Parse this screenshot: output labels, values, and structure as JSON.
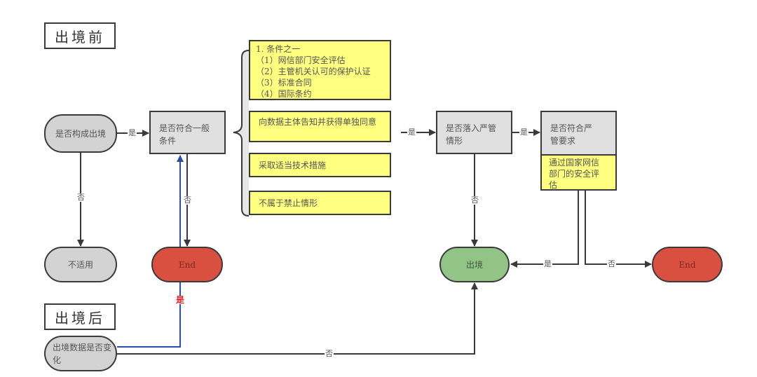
{
  "sections": {
    "before": "出境前",
    "after": "出境后"
  },
  "nodes": {
    "is_cross_border": "是否构成出境",
    "general_conditions": "是否符合一般条件",
    "not_applicable": "不适用",
    "end_left": "End",
    "strict_scenario": "是否落入严管情形",
    "strict_requirements": "是否符合严管要求",
    "strict_requirement_detail": "通过国家网信部门的安全评估",
    "exit": "出境",
    "end_right": "End",
    "data_changed": "出境数据是否变化"
  },
  "conditions": [
    {
      "lines": [
        "1. 条件之一",
        "（1）网信部门安全评估",
        "（2）主管机关认可的保护认证",
        "（3）标准合同",
        "（4）国际条约"
      ]
    },
    {
      "lines": [
        "向数据主体告知并获得单独同意"
      ]
    },
    {
      "lines": [
        "采取适当技术措施"
      ]
    },
    {
      "lines": [
        "不属于禁止情形"
      ]
    }
  ],
  "edge_labels": {
    "yes": "是",
    "no": "否"
  },
  "colors": {
    "stroke": "#3a3a3a",
    "feedback_line": "#2a4fa8",
    "feedback_label": "#e02020",
    "end_fill": "#d95040",
    "exit_fill": "#93c487",
    "condition_fill": "#ffff80",
    "decision_fill": "#e0e0e0",
    "terminal_fill": "#d3d3d3"
  }
}
